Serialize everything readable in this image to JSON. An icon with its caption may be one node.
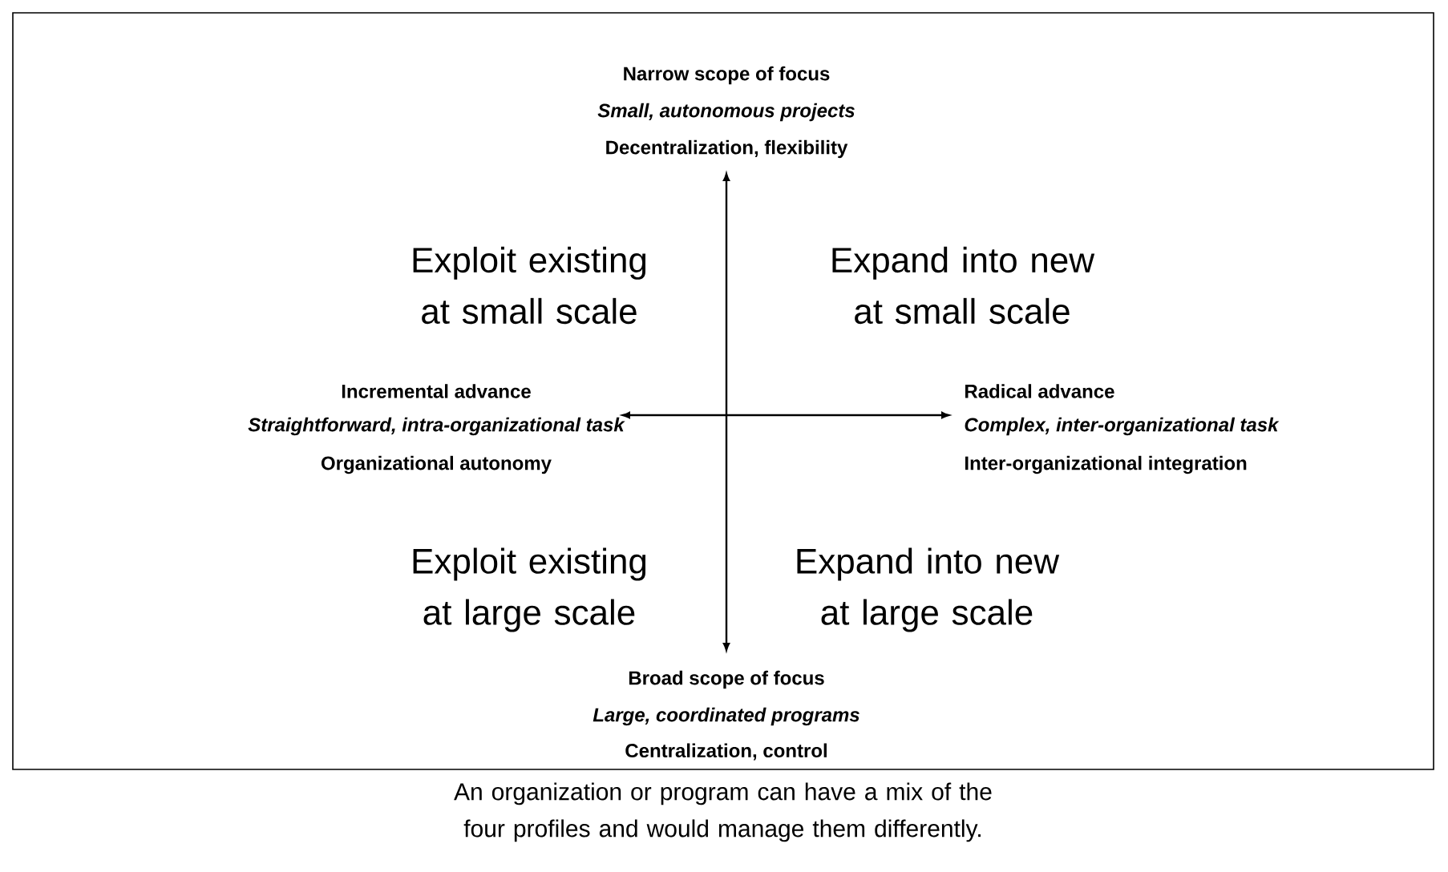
{
  "diagram": {
    "caption": "An organization or program can have a mix of the four profiles and would manage them differently.",
    "labels": [
      "Narrow scope of focus",
      "Small, autonomous projects",
      "Decentralization, flexibility",
      "Exploit existing at small scale",
      "Expand into new at small scale",
      "Incremental advance",
      "Straightforward, intra-organizational task",
      "Organizational autonomy",
      "Radical advance",
      "Complex, inter-organizational task",
      "Inter-organizational integration",
      "Exploit existing at large scale",
      "Expand into new at large scale",
      "Broad scope of focus",
      "Large, coordinated programs",
      "Centralization, control"
    ]
  }
}
